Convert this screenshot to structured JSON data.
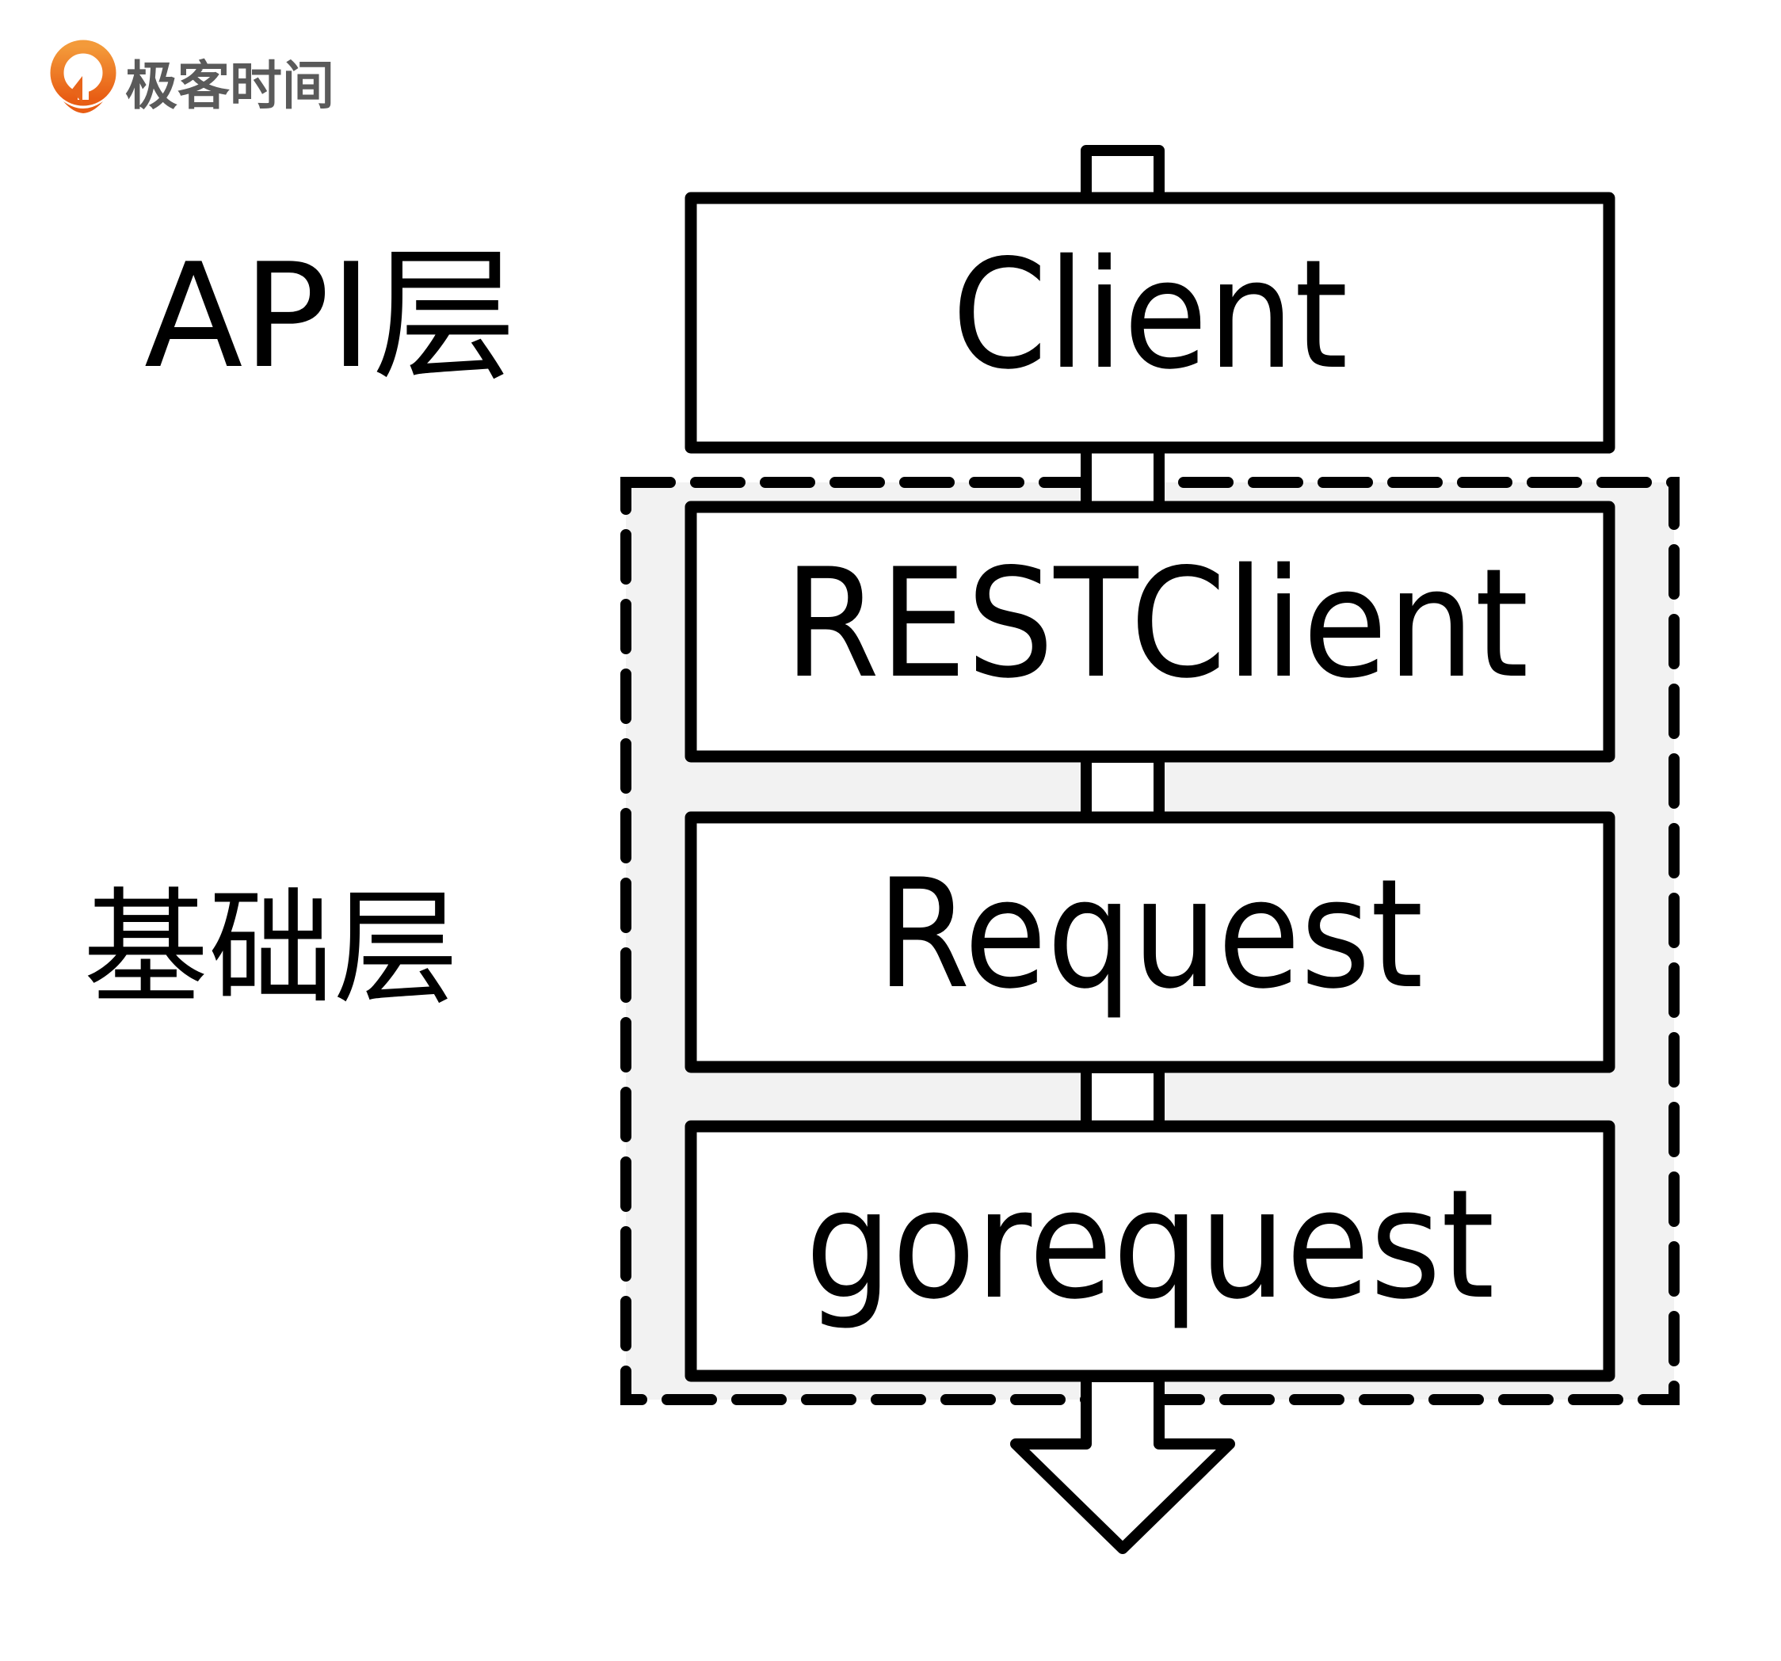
{
  "brand": {
    "name": "极客时间",
    "logo_icon": "geektime-logo-icon",
    "colors": {
      "logo_orange_light": "#f39a3a",
      "logo_orange_dark": "#e85d14",
      "text_gray": "#5a5a5a"
    }
  },
  "layers": [
    {
      "id": "api",
      "label": "API层"
    },
    {
      "id": "base",
      "label": "基础层"
    }
  ],
  "stack": [
    {
      "label": "Client",
      "layer": "api"
    },
    {
      "label": "RESTClient",
      "layer": "base"
    },
    {
      "label": "Request",
      "layer": "base"
    },
    {
      "label": "gorequest",
      "layer": "base"
    }
  ],
  "flow_direction": "top-to-bottom",
  "colors": {
    "stroke": "#000000",
    "box_fill": "#ffffff",
    "group_fill": "#f2f2f2"
  }
}
